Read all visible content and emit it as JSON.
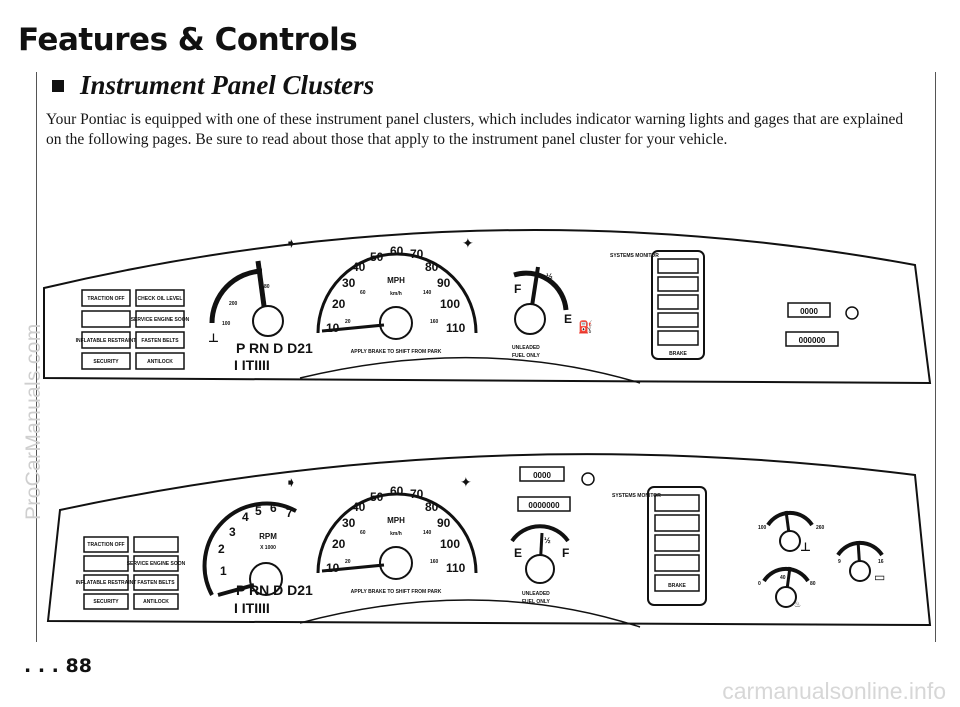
{
  "header": {
    "title": "Features & Controls"
  },
  "section": {
    "title": "Instrument Panel Clusters"
  },
  "intro": "Your Pontiac is equipped with one of these instrument panel clusters, which includes indicator warning lights and gages that are explained on the following pages. Be sure to read about those that apply to the instrument panel cluster for your vehicle.",
  "footer": {
    "page_number": ". . . 88"
  },
  "watermarks": {
    "left": "ProCarManuals.com",
    "bottom": "carmanualsonline.info"
  },
  "cluster_1": {
    "warning_lights": [
      "TRACTION OFF",
      "CHECK OIL LEVEL",
      "",
      "SERVICE ENGINE SOON",
      "INFLATABLE RESTRAINT",
      "FASTEN BELTS",
      "SECURITY",
      "ANTILOCK"
    ],
    "tach_labels": [
      "80",
      "200",
      "100"
    ],
    "prndl": "P RN D D21",
    "prndl_ticks": "I ITIIII",
    "speedo_mph": [
      "10",
      "20",
      "30",
      "40",
      "50",
      "60",
      "70",
      "80",
      "90",
      "100",
      "110"
    ],
    "speedo_kmh": [
      "20",
      "60",
      "140",
      "160"
    ],
    "speedo_unit_mph": "MPH",
    "speedo_unit_kmh": "km/h",
    "speedo_note": "APPLY BRAKE TO SHIFT FROM PARK",
    "fuel_labels": [
      "F",
      "½",
      "E"
    ],
    "fuel_note_1": "UNLEADED",
    "fuel_note_2": "FUEL ONLY",
    "systems_monitor": "SYSTEMS MONITOR",
    "trip_odometer": "0000",
    "odometer": "000000",
    "brake_label": "BRAKE"
  },
  "cluster_2": {
    "warning_lights": [
      "TRACTION OFF",
      "",
      "",
      "SERVICE ENGINE SOON",
      "INFLATABLE RESTRAINT",
      "FASTEN BELTS",
      "SECURITY",
      "ANTILOCK"
    ],
    "tach_labels": [
      "1",
      "2",
      "3",
      "4",
      "5",
      "6",
      "7"
    ],
    "tach_unit_1": "RPM",
    "tach_unit_2": "X 1000",
    "prndl": "P RN D D21",
    "prndl_ticks": "I ITIIII",
    "speedo_mph": [
      "10",
      "20",
      "30",
      "40",
      "50",
      "60",
      "70",
      "80",
      "90",
      "100",
      "110"
    ],
    "speedo_kmh": [
      "20",
      "60",
      "140",
      "160"
    ],
    "speedo_unit_mph": "MPH",
    "speedo_unit_kmh": "km/h",
    "speedo_note": "APPLY BRAKE TO SHIFT FROM PARK",
    "trip_odometer": "0000",
    "odometer": "0000000",
    "fuel_labels": [
      "E",
      "½",
      "F"
    ],
    "fuel_note_1": "UNLEADED",
    "fuel_note_2": "FUEL ONLY",
    "systems_monitor": "SYSTEMS MONITOR",
    "brake_label": "BRAKE",
    "temp_labels": [
      "100",
      "260"
    ],
    "oil_labels": [
      "0",
      "40",
      "80"
    ],
    "volt_labels": [
      "9",
      "16"
    ]
  }
}
